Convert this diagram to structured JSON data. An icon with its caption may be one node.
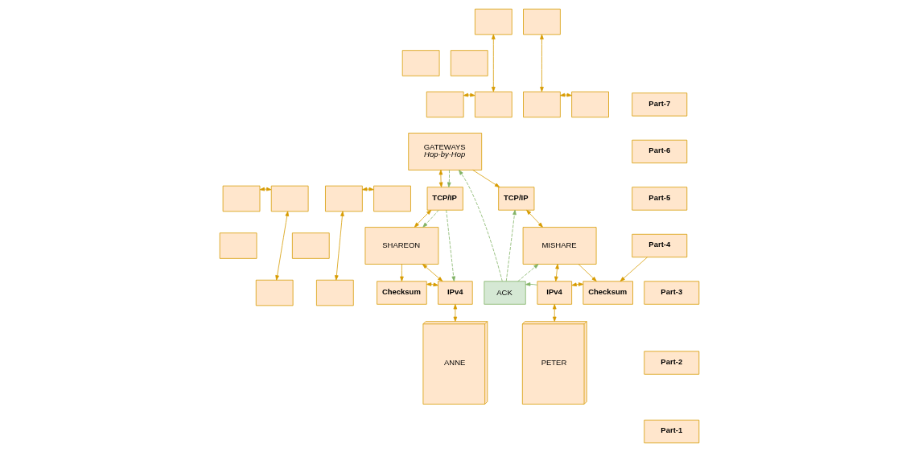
{
  "diagram": {
    "nodes": [
      {
        "text": [],
        "shape": "box"
      },
      {
        "text": [],
        "shape": "box"
      },
      {
        "text": [],
        "shape": "box"
      },
      {
        "text": [],
        "shape": "box"
      },
      {
        "text": [],
        "shape": "box"
      },
      {
        "text": [],
        "shape": "box"
      },
      {
        "text": [],
        "shape": "box"
      },
      {
        "text": [],
        "shape": "box"
      },
      {
        "text": [
          "GATEWAYS",
          "Hop-by-Hop"
        ]
      },
      {
        "text": [],
        "shape": "box"
      },
      {
        "text": [],
        "shape": "box"
      },
      {
        "text": [],
        "shape": "box"
      },
      {
        "text": [],
        "shape": "box"
      },
      {
        "text": [],
        "shape": "box"
      },
      {
        "text": [],
        "shape": "box"
      },
      {
        "text": [],
        "shape": "box"
      },
      {
        "text": [],
        "shape": "box"
      },
      {
        "text": [
          "TCP/IP"
        ]
      },
      {
        "text": [
          "SHAREON"
        ]
      },
      {
        "text": [
          "Checksum"
        ]
      },
      {
        "text": [
          "IPv4"
        ]
      },
      {
        "text": [
          "ANNE"
        ]
      },
      {
        "text": [
          "TCP/IP"
        ]
      },
      {
        "text": [
          "MISHARE"
        ]
      },
      {
        "text": [
          "ACK"
        ]
      },
      {
        "text": [
          "IPv4"
        ]
      },
      {
        "text": [
          "Checksum"
        ]
      },
      {
        "text": [
          "PETER"
        ]
      },
      {
        "text": [
          "Part-7"
        ]
      },
      {
        "text": [
          "Part-6"
        ]
      },
      {
        "text": [
          "Part-5"
        ]
      },
      {
        "text": [
          "Part-4"
        ]
      },
      {
        "text": [
          "Part-3"
        ]
      },
      {
        "text": [
          "Part-2"
        ]
      },
      {
        "text": [
          "Part-1"
        ]
      }
    ],
    "edges": [
      {
        "from": 0,
        "to": 5,
        "arrow": "both"
      },
      {
        "from": 1,
        "to": 6,
        "arrow": "both"
      },
      {
        "from": 4,
        "to": 5,
        "arrow": "both"
      },
      {
        "from": 6,
        "to": 7,
        "arrow": "both"
      },
      {
        "from": 9,
        "to": 10,
        "arrow": "both"
      },
      {
        "from": 11,
        "to": 12,
        "arrow": "both"
      },
      {
        "from": 10,
        "to": 15,
        "arrow": "both"
      },
      {
        "from": 11,
        "to": 16,
        "arrow": "both"
      },
      {
        "from": 8,
        "to": 17,
        "arrow": "both"
      },
      {
        "from": 8,
        "to": 17,
        "arrow": "to",
        "style": "dashed",
        "color": "#82b366"
      },
      {
        "from": 17,
        "to": 18,
        "arrow": "both"
      },
      {
        "from": 17,
        "to": 18,
        "arrow": "to",
        "style": "dashed",
        "color": "#82b366"
      },
      {
        "from": 17,
        "to": 20,
        "arrow": "to",
        "style": "dashed",
        "color": "#82b366"
      },
      {
        "from": 18,
        "to": 19,
        "arrow": "to"
      },
      {
        "from": 18,
        "to": 20,
        "arrow": "both"
      },
      {
        "from": 19,
        "to": 20,
        "arrow": "both"
      },
      {
        "from": 20,
        "to": 21,
        "arrow": "both"
      },
      {
        "from": 8,
        "to": 22,
        "arrow": "to"
      },
      {
        "from": 24,
        "to": 8,
        "arrow": "to",
        "style": "dashed",
        "color": "#82b366"
      },
      {
        "from": 24,
        "to": 22,
        "arrow": "to",
        "style": "dashed",
        "color": "#82b366"
      },
      {
        "from": 24,
        "to": 23,
        "arrow": "to",
        "style": "dashed",
        "color": "#82b366"
      },
      {
        "from": 22,
        "to": 23,
        "arrow": "both"
      },
      {
        "from": 23,
        "to": 25,
        "arrow": "both"
      },
      {
        "from": 23,
        "to": 26,
        "arrow": "to"
      },
      {
        "from": 25,
        "to": 24,
        "arrow": "to",
        "color": "#82b366"
      },
      {
        "from": 25,
        "to": 26,
        "arrow": "both"
      },
      {
        "from": 25,
        "to": 27,
        "arrow": "both"
      },
      {
        "from": 31,
        "to": 26,
        "arrow": "to"
      }
    ]
  }
}
